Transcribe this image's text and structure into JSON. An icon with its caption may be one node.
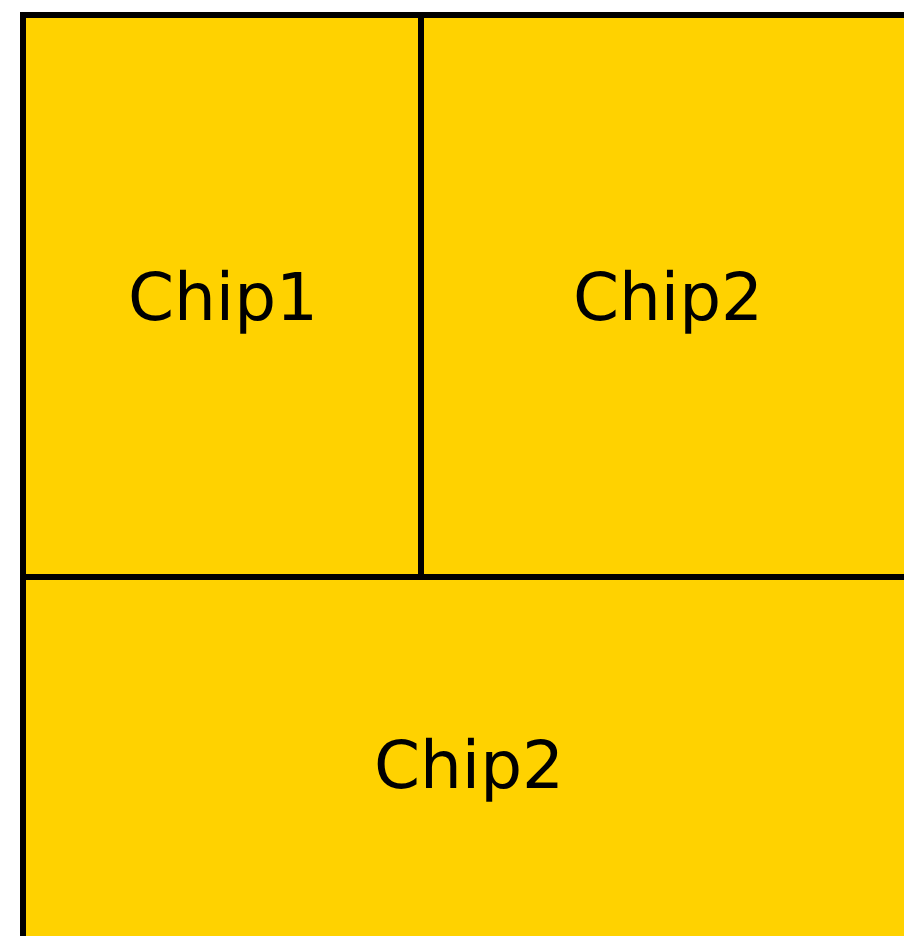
{
  "diagram": {
    "nodes": [
      {
        "text": [
          "Chip1"
        ]
      },
      {
        "text": [
          "Chip2"
        ]
      },
      {
        "text": [
          "Chip2"
        ]
      }
    ]
  }
}
